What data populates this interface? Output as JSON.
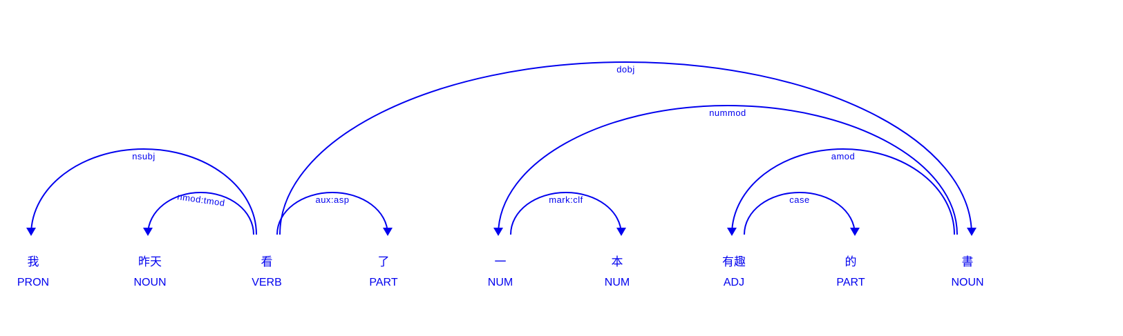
{
  "diagram": {
    "color": "#0000ee",
    "words": [
      {
        "text": "我",
        "tag": "PRON"
      },
      {
        "text": "昨天",
        "tag": "NOUN"
      },
      {
        "text": "看",
        "tag": "VERB"
      },
      {
        "text": "了",
        "tag": "PART"
      },
      {
        "text": "一",
        "tag": "NUM"
      },
      {
        "text": "本",
        "tag": "NUM"
      },
      {
        "text": "有趣",
        "tag": "ADJ"
      },
      {
        "text": "的",
        "tag": "PART"
      },
      {
        "text": "書",
        "tag": "NOUN"
      }
    ],
    "arcs": [
      {
        "label": "nsubj",
        "head": 2,
        "dep": 0
      },
      {
        "label": "nmod:tmod",
        "head": 2,
        "dep": 1
      },
      {
        "label": "aux:asp",
        "head": 2,
        "dep": 3
      },
      {
        "label": "dobj",
        "head": 2,
        "dep": 8
      },
      {
        "label": "mark:clf",
        "head": 4,
        "dep": 5
      },
      {
        "label": "nummod",
        "head": 8,
        "dep": 4
      },
      {
        "label": "case",
        "head": 6,
        "dep": 7
      },
      {
        "label": "amod",
        "head": 8,
        "dep": 6
      }
    ]
  }
}
